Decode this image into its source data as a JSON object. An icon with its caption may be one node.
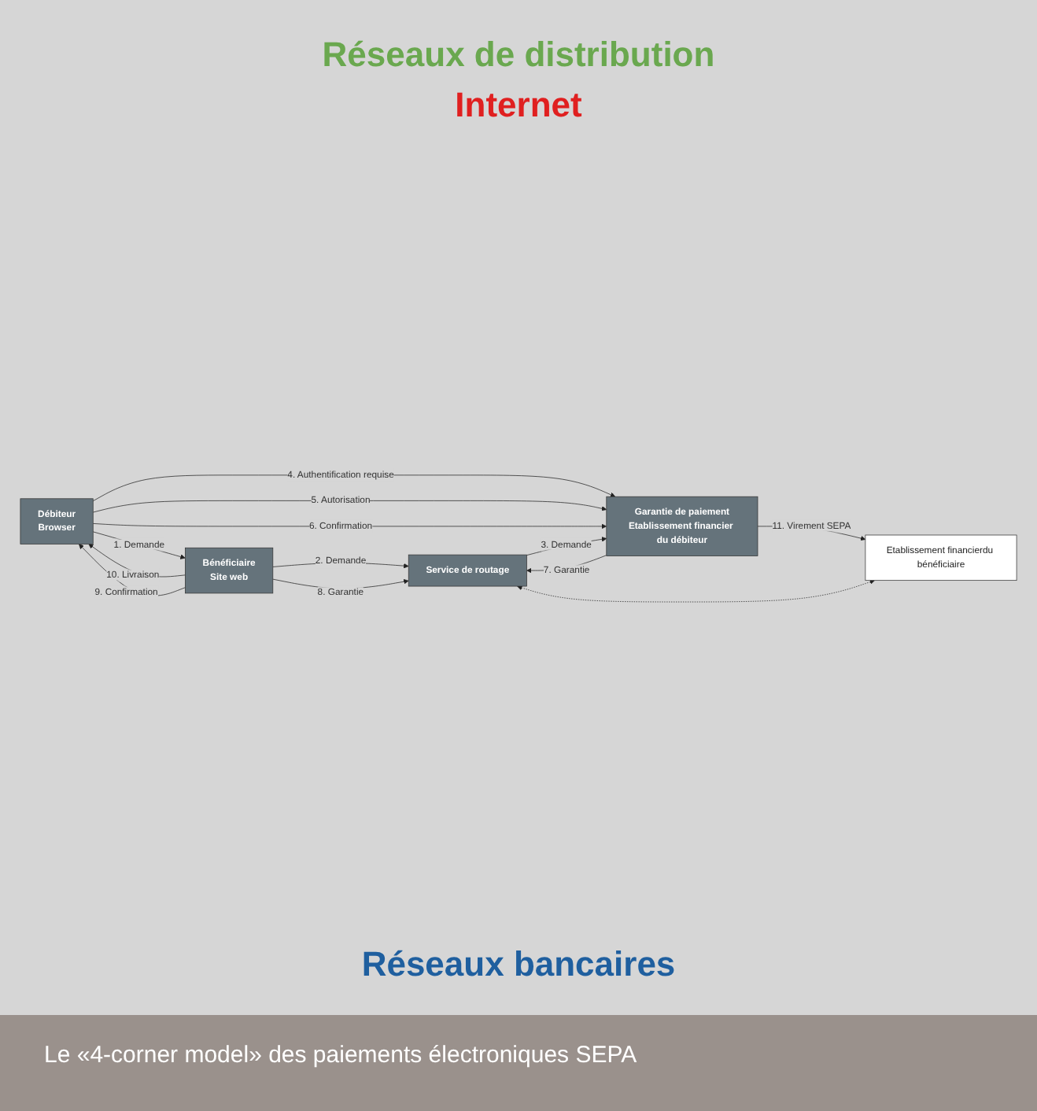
{
  "diagram": {
    "caption": "Le «4-corner model» des paiements électroniques SEPA",
    "nodes": [
      {
        "text": [
          "Débiteur",
          "Browser"
        ]
      },
      {
        "text": [
          "Bénéficiaire",
          "Site web"
        ]
      },
      {
        "text": [
          "Garantie de paiement",
          "Etablissement financier du débiteur"
        ]
      },
      {
        "text": [
          "Service de routage"
        ]
      },
      {
        "text": [
          "Etablissement financierdu bénéficiaire"
        ]
      }
    ],
    "edges": [
      {
        "from": 1,
        "to": 0,
        "arrow": "to",
        "label": "10. Livraison"
      },
      {
        "from": 1,
        "to": 0,
        "arrow": "to",
        "label": "9. Confirmation"
      },
      {
        "from": 0,
        "to": 1,
        "arrow": "to",
        "label": "1. Demande"
      },
      {
        "from": 0,
        "to": 2,
        "arrow": "to",
        "label": "4. Authentification requise"
      },
      {
        "from": 0,
        "to": 2,
        "arrow": "to",
        "label": "5. Autorisation"
      },
      {
        "from": 0,
        "to": 2,
        "arrow": "to",
        "label": "6. Confirmation"
      },
      {
        "from": 1,
        "to": 3,
        "arrow": "to",
        "label": "2. Demande"
      },
      {
        "from": 1,
        "to": 3,
        "arrow": "to",
        "label": "8. Garantie"
      },
      {
        "from": 3,
        "to": 2,
        "arrow": "to",
        "label": "3. Demande"
      },
      {
        "from": 2,
        "to": 3,
        "arrow": "to",
        "label": "7. Garantie"
      },
      {
        "from": 2,
        "to": 4,
        "arrow": "to",
        "label": "11. Virement SEPA"
      },
      {
        "from": 3,
        "to": 4,
        "arrow": "both",
        "style": "dashed"
      }
    ],
    "labels": [
      "Réseaux de distribution",
      "Internet",
      "Réseaux bancaires"
    ]
  }
}
